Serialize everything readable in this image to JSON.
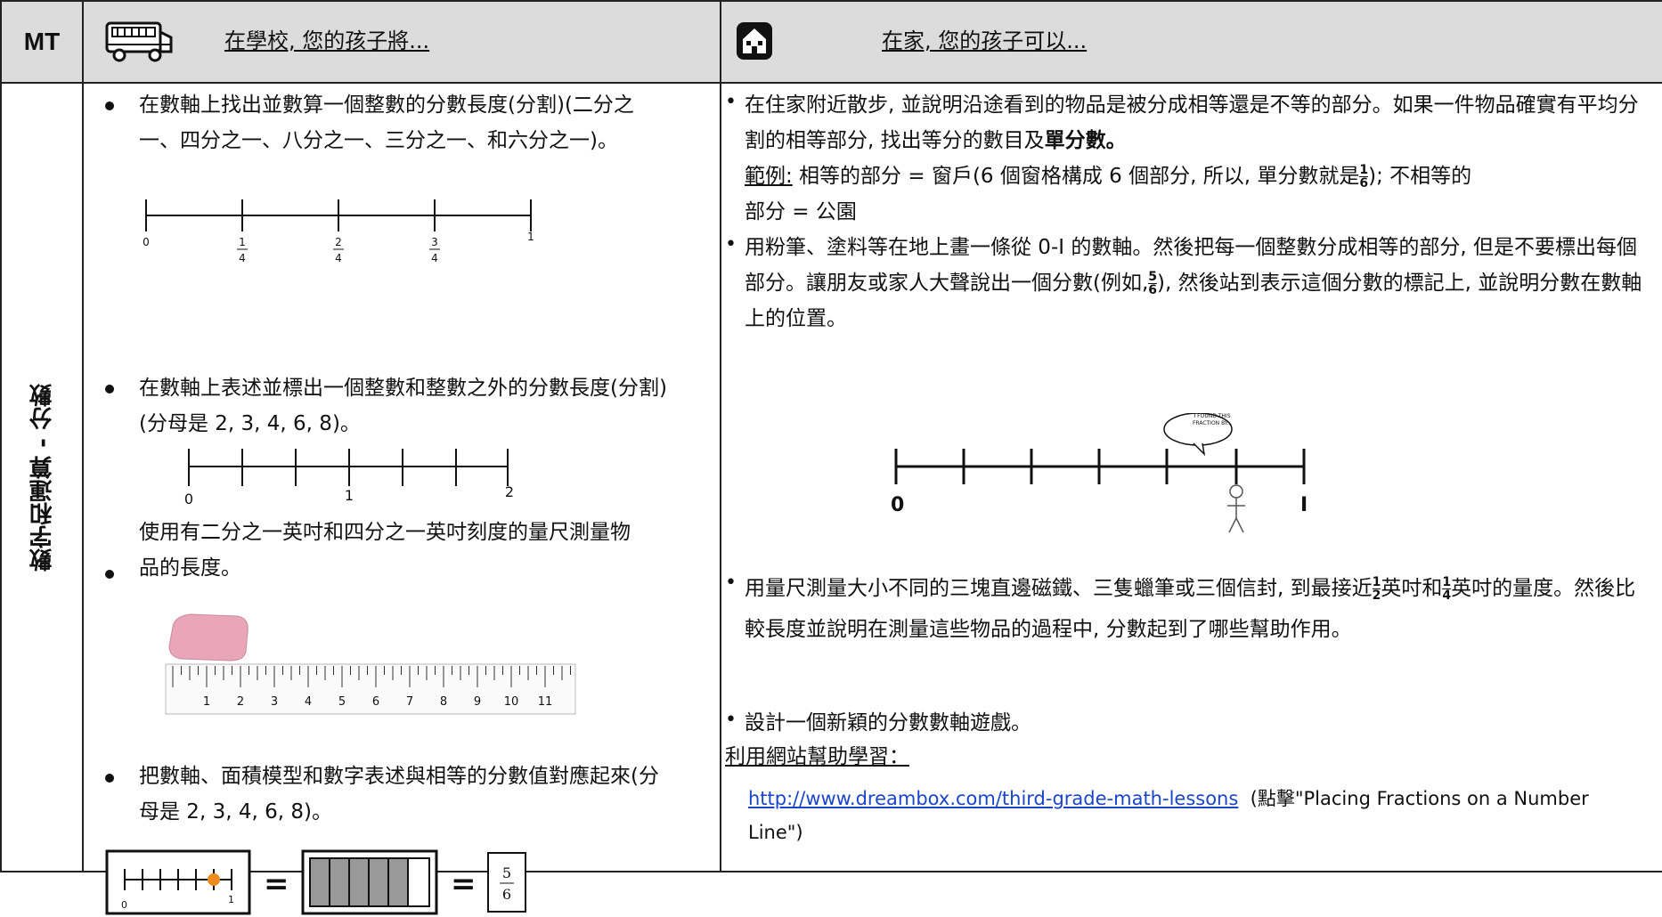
{
  "header": {
    "subject_code": "MT",
    "school_title": "在學校, 您的孩子將...",
    "home_title": "在家, 您的孩子可以...",
    "school_icon": "school-bus-icon",
    "home_icon": "house-icon"
  },
  "subject_label": "數字和運算 - 分數",
  "school": {
    "items": [
      {
        "text": "在數軸上找出並數算一個整數的分數長度(分割)(二分之一、四分之一、八分之一、三分之一、和六分之一)。"
      },
      {
        "text": "在數軸上表述並標出一個整數和整數之外的分數長度(分割)(分母是 2, 3, 4, 6, 8)。"
      },
      {
        "text": "使用有二分之一英吋和四分之一英吋刻度的量尺測量物品的長度。"
      },
      {
        "text": "把數軸、面積模型和數字表述與相等的分數值對應起來(分母是 2, 3, 4, 6, 8)。"
      }
    ],
    "numberline1": {
      "labels": [
        "0",
        "1",
        "2",
        "3",
        "1"
      ],
      "denominators": [
        "",
        "4",
        "4",
        "4",
        ""
      ]
    },
    "numberline2": {
      "labels": [
        "0",
        "1",
        "2"
      ]
    },
    "ruler": {
      "labels": [
        "1",
        "2",
        "3",
        "4",
        "5",
        "6",
        "7",
        "8",
        "9",
        "10",
        "11"
      ]
    },
    "model": {
      "nl_labels": [
        "0",
        "1"
      ],
      "eq1": "=",
      "eq2": "=",
      "frac_num": "5",
      "frac_den": "6"
    }
  },
  "home": {
    "item1": "在住家附近散步, 並說明沿途看到的物品是被分成相等還是不等的部分。如果一件物品確實有平均分割的相等部分, 找出等分的數目及",
    "item1_bold": "單分數。",
    "example_label": "範例:",
    "example_text_a": " 相等的部分 = 窗戶(6 個窗格構成 6 個部分, 所以, 單分數就是",
    "example_frac_num": "1",
    "example_frac_den": "6",
    "example_text_b": "); 不相等的",
    "example_text_c": "部分 = 公園",
    "item2_a": "用粉筆、塗料等在地上畫一條從 0-I 的數軸。然後把每一個整數分成相等的部分, 但是不要標出每個部分。讓朋友或家人大聲說出一個分數(例如,",
    "item2_frac_num": "5",
    "item2_frac_den": "6",
    "item2_b": "), 然後站到表示這個分數的標記上, 並說明分數在數軸上的位置。",
    "speech": "I FOUND THIS FRACTION BY...",
    "line_labels": [
      "0",
      "I"
    ],
    "item3_a": "用量尺測量大小不同的三塊直邊磁鐵、三隻蠟筆或三個信封, 到最接近",
    "item3_frac1_num": "1",
    "item3_frac1_den": "2",
    "item3_mid": "英吋和",
    "item3_frac2_num": "1",
    "item3_frac2_den": "4",
    "item3_b": "英吋的量度。然後比較長度並說明在測量這些物品的過程中, 分數起到了哪些幫助作用。",
    "item4": "設計一個新穎的分數數軸遊戲。",
    "web_label": "利用網站幫助學習：",
    "url": "http://www.dreambox.com/third-grade-math-lessons",
    "url_note": "(點擊\"Placing Fractions on a Number Line\")"
  }
}
